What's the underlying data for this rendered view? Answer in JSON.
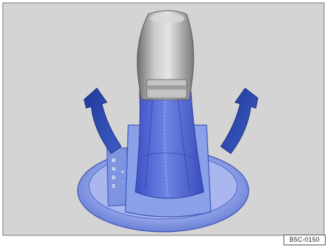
{
  "figure": {
    "reference_code": "B5C-0150",
    "gate_letters": [
      "R",
      "N",
      "D",
      "S"
    ],
    "tiptronic_signs": [
      "+",
      "-"
    ],
    "colors": {
      "background": "#d4d4d4",
      "frame": "#777777",
      "boot_blue": "#4c5fd0",
      "trim_blue": "#8aa0e8",
      "arrow_blue": "#2f4aa8",
      "knob_silver": "#9a9a9a"
    },
    "icons": [
      "curved-arrow-left-icon",
      "curved-arrow-right-icon"
    ]
  }
}
